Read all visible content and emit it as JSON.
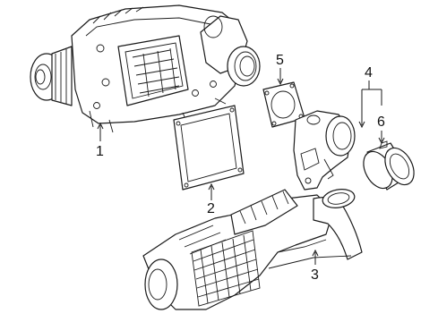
{
  "callouts": [
    {
      "id": "1",
      "label": "1",
      "name": "supercharger"
    },
    {
      "id": "2",
      "label": "2",
      "name": "gasket"
    },
    {
      "id": "3",
      "label": "3",
      "name": "intake-duct"
    },
    {
      "id": "4",
      "label": "4",
      "name": "throttle-body-assembly"
    },
    {
      "id": "5",
      "label": "5",
      "name": "throttle-gasket"
    },
    {
      "id": "6",
      "label": "6",
      "name": "coupling-sleeve"
    }
  ]
}
